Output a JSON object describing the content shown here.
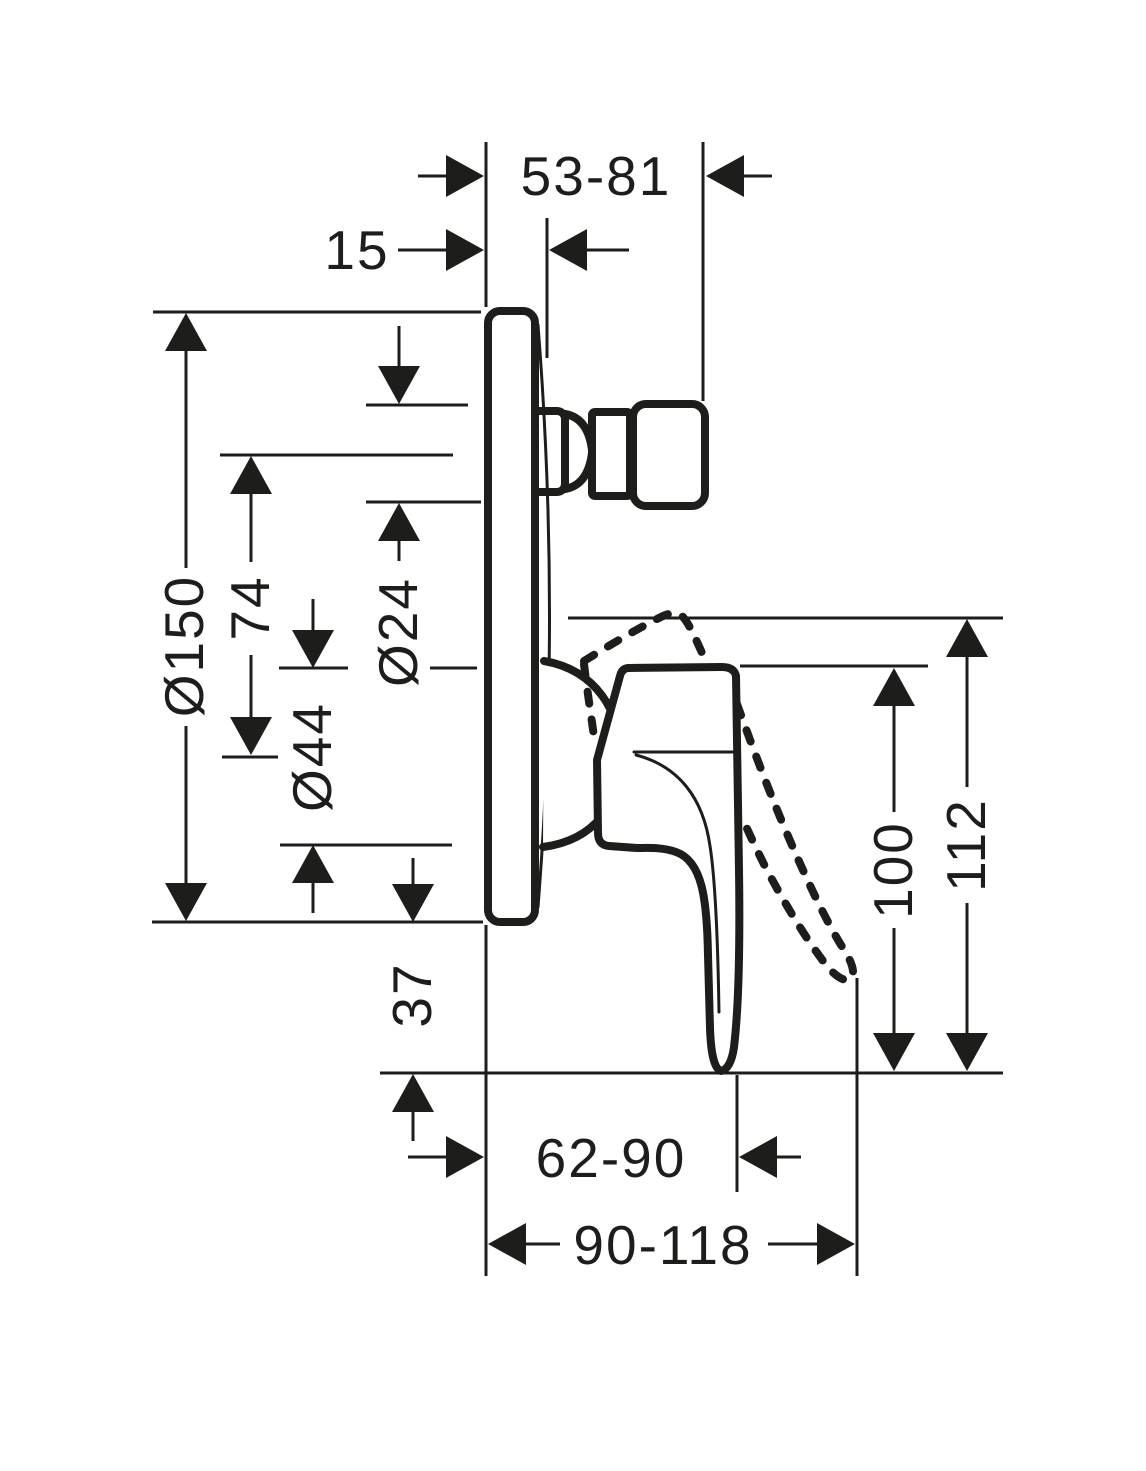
{
  "drawing": {
    "colors": {
      "line": "#1d1d1b",
      "background": "#ffffff"
    },
    "labels": {
      "d15": "15",
      "d53_81": "53-81",
      "d150": "Ø150",
      "d74": "74",
      "d44": "Ø44",
      "d24": "Ø24",
      "d37": "37",
      "d100": "100",
      "d112": "112",
      "d62_90": "62-90",
      "d90_118": "90-118"
    }
  }
}
